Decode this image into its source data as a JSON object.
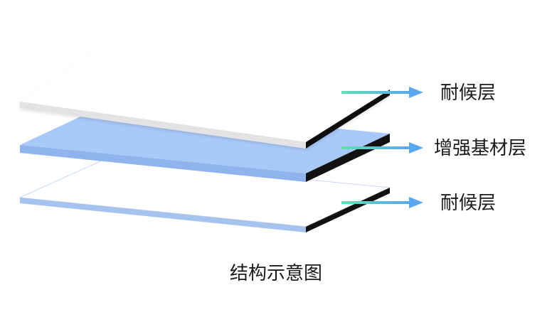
{
  "layers": [
    {
      "label": "耐候层",
      "fill": "#ffffff",
      "edge": "#e3e3e3"
    },
    {
      "label": "增强基材层",
      "fill": "#a8c8f8",
      "edge": "#8fb3ec"
    },
    {
      "label": "耐候层",
      "fill": "#ffffff",
      "edge": "#a6c2ef"
    }
  ],
  "caption": "结构示意图",
  "colors": {
    "arrow_start": "#5fe0b0",
    "arrow_end": "#5aa6ef",
    "side_edge": "#111111"
  }
}
